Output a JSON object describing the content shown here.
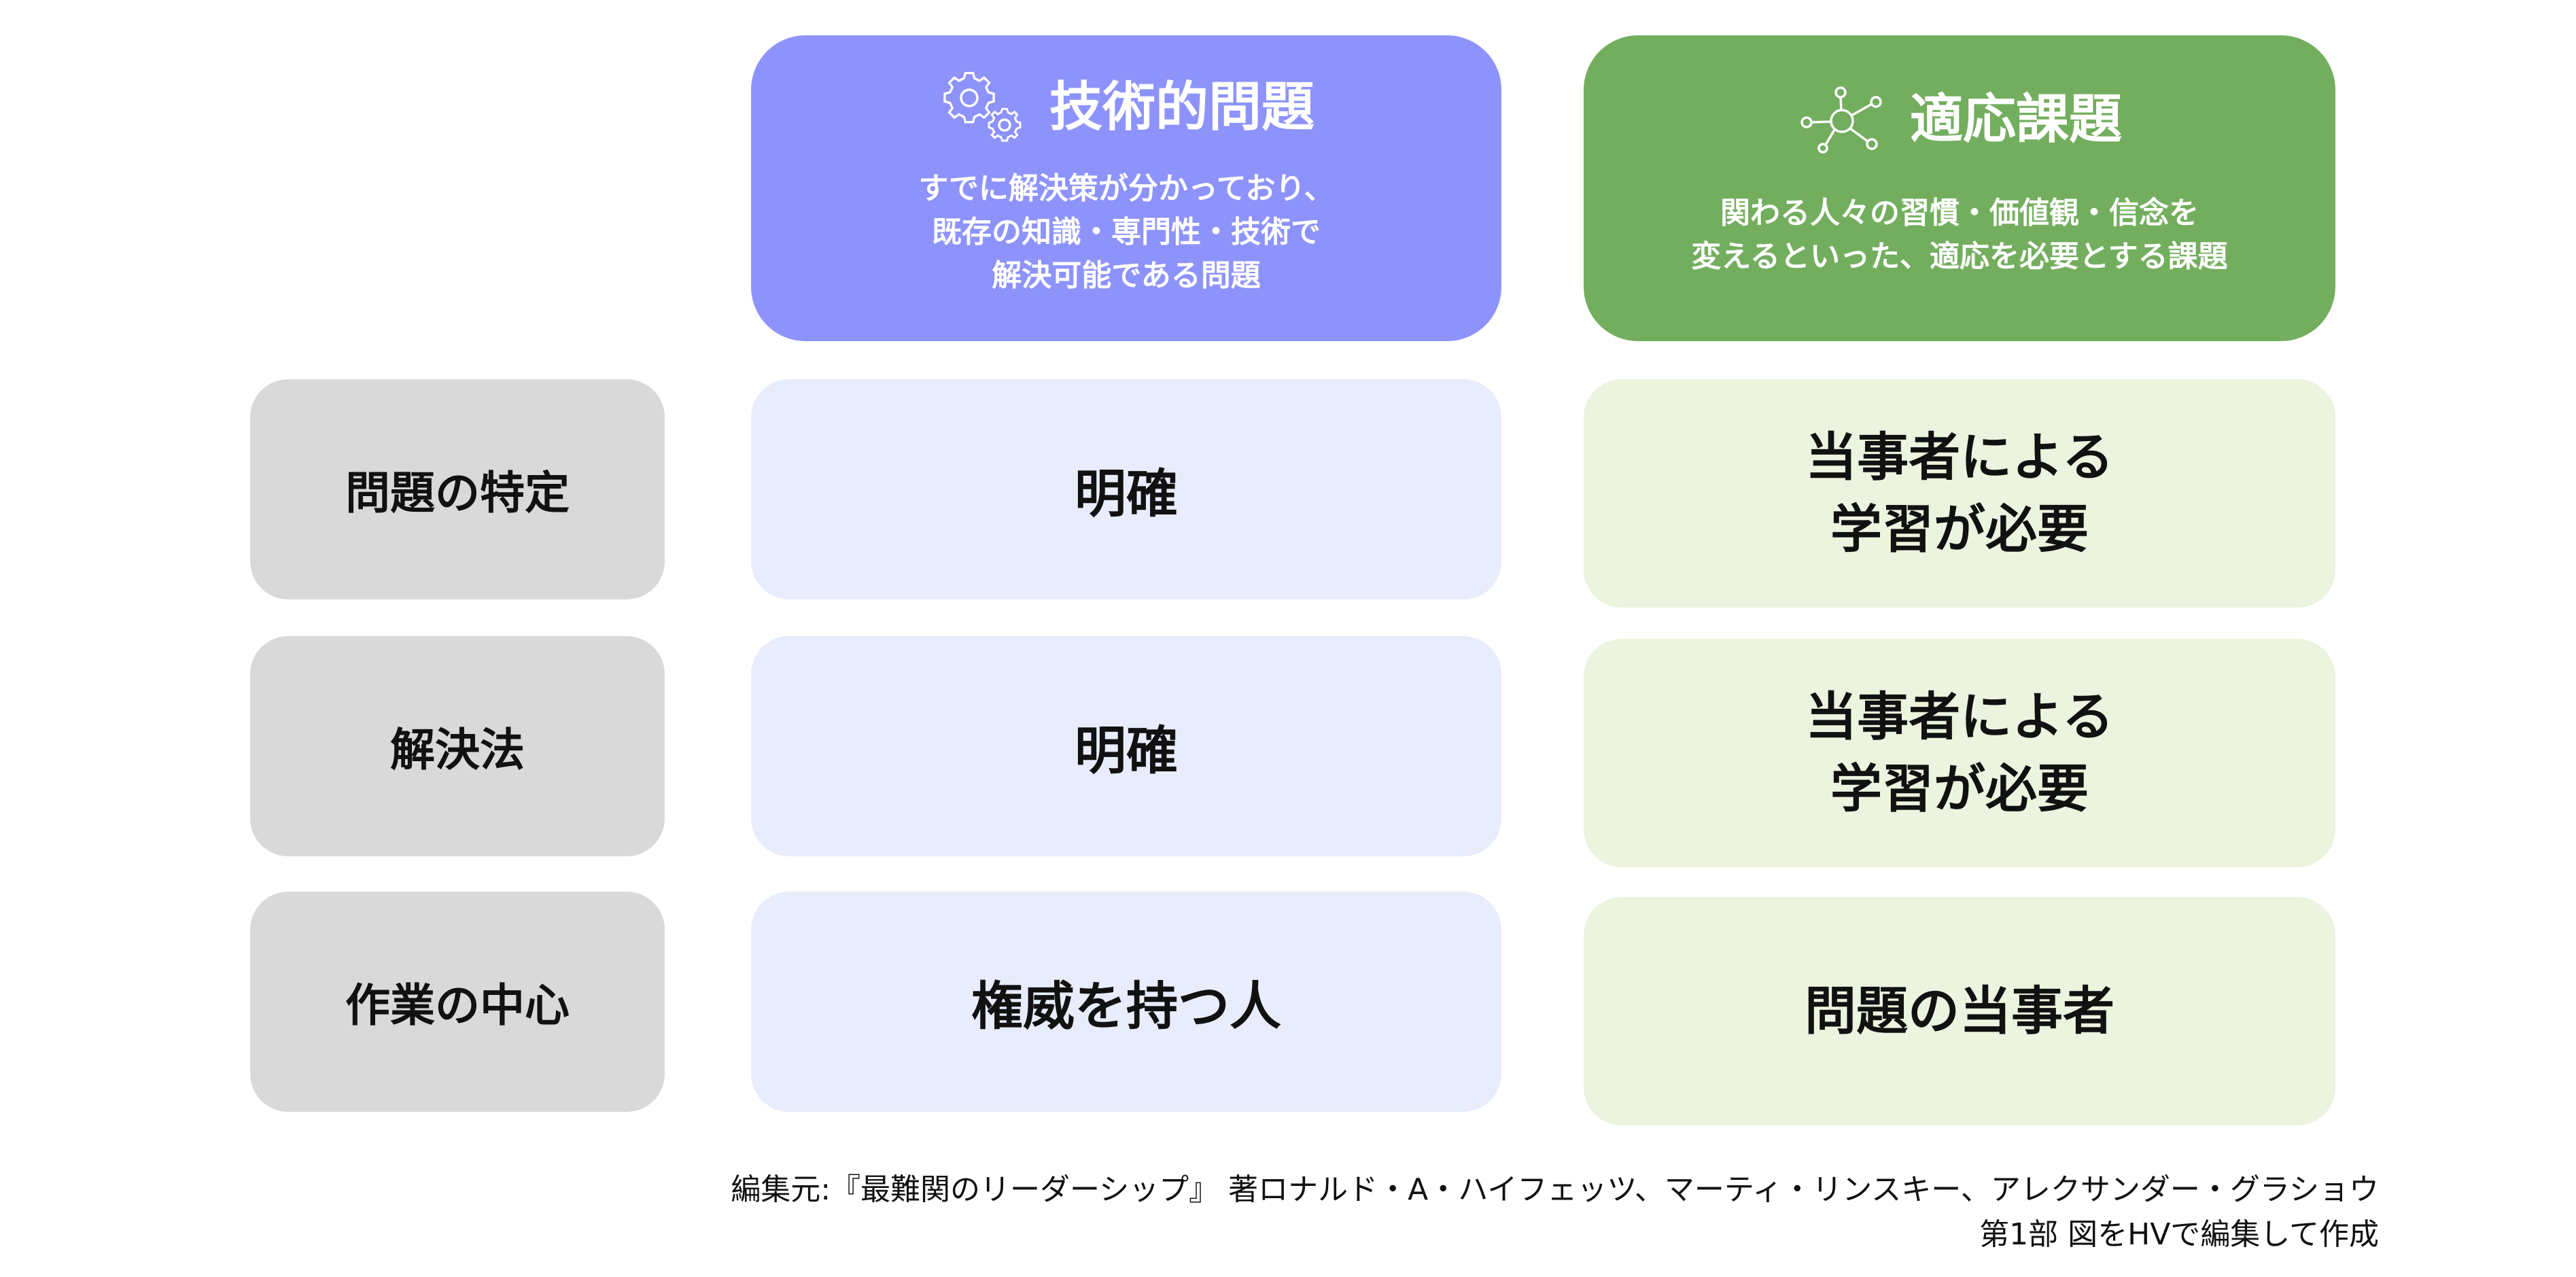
{
  "columns": [
    {
      "title": "技術的問題",
      "description_lines": [
        "すでに解決策が分かっており、",
        "既存の知識・専門性・技術で",
        "解決可能である問題"
      ],
      "icon": "gears-icon",
      "color": "#8d93fb"
    },
    {
      "title": "適応課題",
      "description_lines": [
        "関わる人々の習慣・価値観・信念を",
        "変えるといった、適応を必要とする課題"
      ],
      "icon": "network-nodes-icon",
      "color": "#73ae5e"
    }
  ],
  "rows": [
    {
      "label": "問題の特定",
      "technical": "明確",
      "adaptive_lines": [
        "当事者による",
        "学習が必要"
      ]
    },
    {
      "label": "解決法",
      "technical": "明確",
      "adaptive_lines": [
        "当事者による",
        "学習が必要"
      ]
    },
    {
      "label": "作業の中心",
      "technical": "権威を持つ人",
      "adaptive_lines": [
        "問題の当事者"
      ]
    }
  ],
  "source": {
    "line1": "編集元:『最難関のリーダーシップ』 著ロナルド・A・ハイフェッツ、マーティ・リンスキー、アレクサンダー・グラショウ",
    "line2": "第1部 図をHVで編集して作成"
  },
  "colors": {
    "row_label_bg": "#d9d9d9",
    "technical_cell_bg": "#e8ecfc",
    "adaptive_cell_bg": "#ecf3de"
  }
}
